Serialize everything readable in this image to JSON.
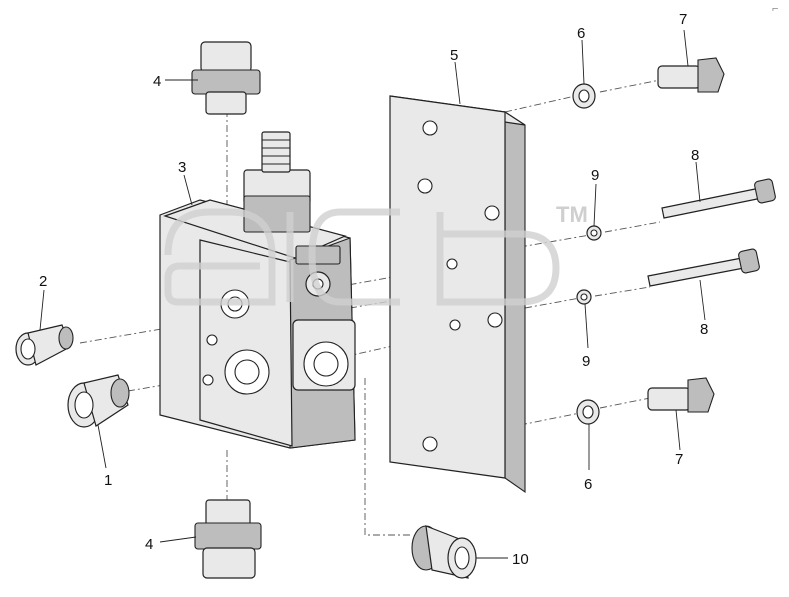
{
  "watermark": {
    "text": "aicb",
    "tm": "TM"
  },
  "callouts": [
    {
      "id": "1",
      "text": "1"
    },
    {
      "id": "2",
      "text": "2"
    },
    {
      "id": "3",
      "text": "3"
    },
    {
      "id": "4a",
      "text": "4"
    },
    {
      "id": "4b",
      "text": "4"
    },
    {
      "id": "5",
      "text": "5"
    },
    {
      "id": "6a",
      "text": "6"
    },
    {
      "id": "6b",
      "text": "6"
    },
    {
      "id": "7a",
      "text": "7"
    },
    {
      "id": "7b",
      "text": "7"
    },
    {
      "id": "8a",
      "text": "8"
    },
    {
      "id": "8b",
      "text": "8"
    },
    {
      "id": "9a",
      "text": "9"
    },
    {
      "id": "9b",
      "text": "9"
    },
    {
      "id": "10",
      "text": "10"
    }
  ],
  "corner_mark": "⌐"
}
